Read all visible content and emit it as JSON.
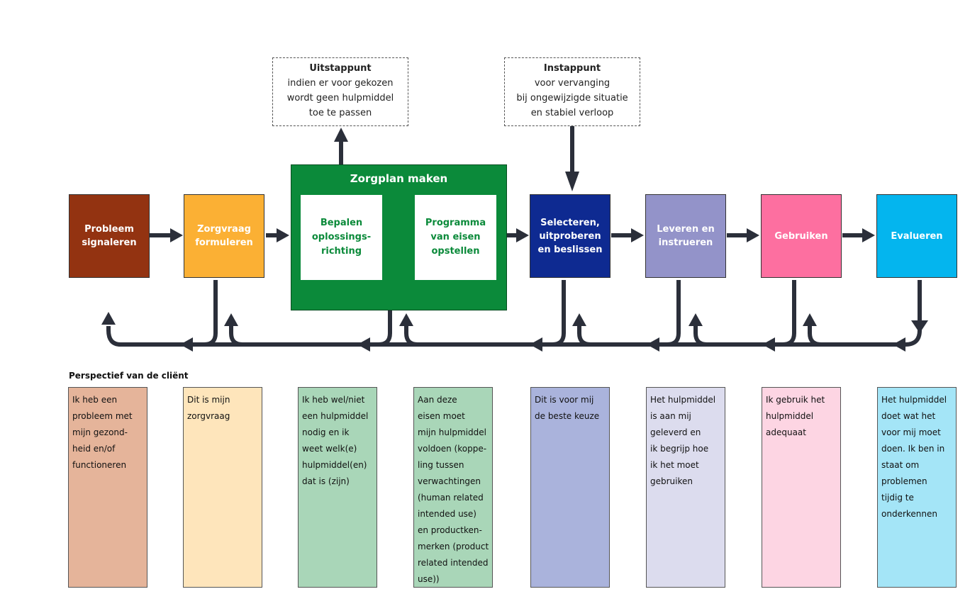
{
  "callouts": {
    "exit": {
      "title": "Uitstappunt",
      "text": "indien er voor gekozen\nwordt geen hulpmiddel\ntoe te passen"
    },
    "entry": {
      "title": "Instappunt",
      "text": "voor vervanging\nbij ongewijzigde situatie\nen stabiel verloop"
    }
  },
  "steps": [
    {
      "id": "probleem",
      "label": "Probleem\nsignaleren",
      "color": "#933311"
    },
    {
      "id": "zorgvraag",
      "label": "Zorgvraag\nformuleren",
      "color": "#fbb034"
    },
    {
      "id": "selecteren",
      "label": "Selecteren,\nuitproberen\nen beslissen",
      "color": "#0e2a91"
    },
    {
      "id": "leveren",
      "label": "Leveren en\ninstrueren",
      "color": "#9393c9"
    },
    {
      "id": "gebruiken",
      "label": "Gebruiken",
      "color": "#fd6fa0"
    },
    {
      "id": "evalueren",
      "label": "Evalueren",
      "color": "#04b5ee"
    }
  ],
  "zorgplan": {
    "title": "Zorgplan maken",
    "color": "#0b8a3a",
    "sub1": "Bepalen\noplossings-\nrichting",
    "sub2": "Programma\nvan eisen\nopstellen"
  },
  "perspective": {
    "title": "Perspectief van de cliënt",
    "boxes": [
      {
        "text": "Ik heb een\nprobleem met\nmijn gezond-\nheid en/of\nfunctioneren",
        "color": "#e5b49a"
      },
      {
        "text": "Dit is mijn\nzorgvraag",
        "color": "#fee5bb"
      },
      {
        "text": "Ik heb wel/niet\neen hulpmiddel\nnodig en ik\nweet welk(e)\nhulpmiddel(en)\ndat is (zijn)",
        "color": "#a9d6b8"
      },
      {
        "text": "Aan deze\neisen moet\nmijn hulpmiddel\nvoldoen (koppe-\nling tussen\nverwachtingen\n(human related\nintended use)\nen productken-\nmerken (product\nrelated intended\nuse))",
        "color": "#a9d6b8"
      },
      {
        "text": "Dit is voor mij\nde beste keuze",
        "color": "#aab3dc"
      },
      {
        "text": "Het hulpmiddel\nis aan mij\ngeleverd en\nik begrijp hoe\nik het moet\ngebruiken",
        "color": "#dcdcee"
      },
      {
        "text": "Ik gebruik het\nhulpmiddel\nadequaat",
        "color": "#fdd5e3"
      },
      {
        "text": "Het hulpmiddel\ndoet wat het\nvoor mij moet\ndoen. Ik ben in\nstaat om\nproblemen\ntijdig te\nonderkennen",
        "color": "#a4e5f7"
      }
    ]
  },
  "colors": {
    "arrow": "#2b2f3a"
  }
}
